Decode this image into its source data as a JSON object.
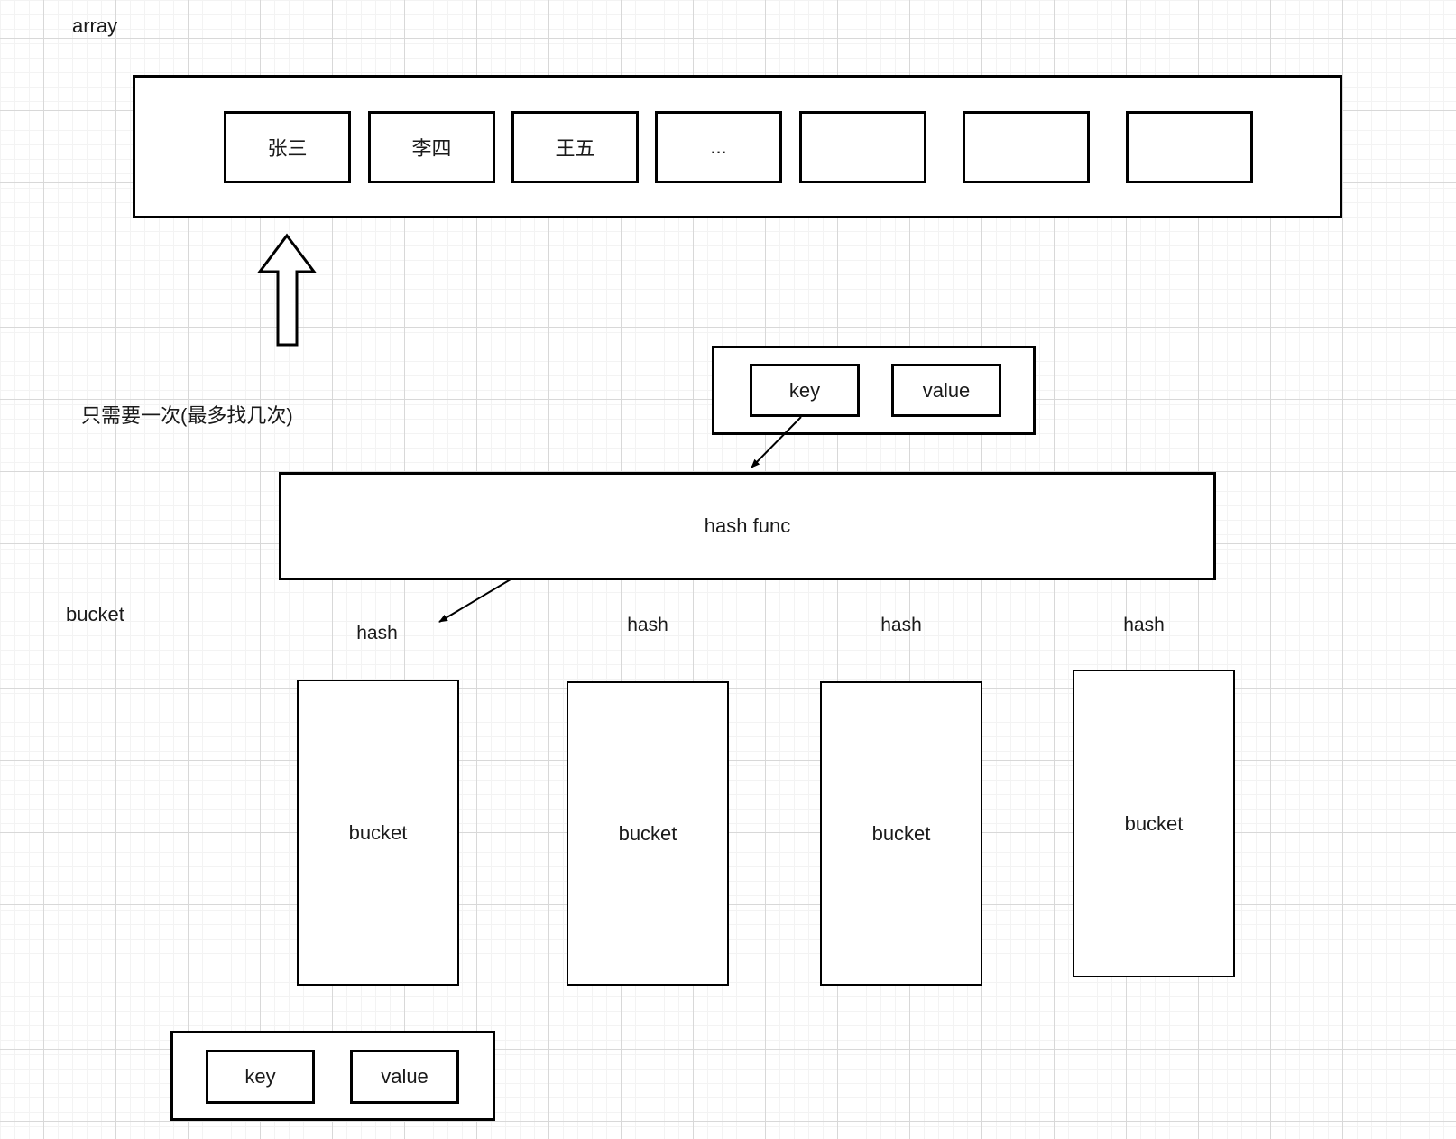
{
  "labels": {
    "array": "array",
    "note": "只需要一次(最多找几次)",
    "bucket_side": "bucket"
  },
  "array": {
    "cells": [
      "张三",
      "李四",
      "王五",
      "...",
      "",
      "",
      ""
    ]
  },
  "kv_top": {
    "key": "key",
    "value": "value"
  },
  "hash_func": {
    "label": "hash func"
  },
  "buckets": {
    "hash_label": "hash",
    "items": [
      "bucket",
      "bucket",
      "bucket",
      "bucket"
    ]
  },
  "kv_bottom": {
    "key": "key",
    "value": "value"
  },
  "colors": {
    "stroke": "#000000",
    "background": "#ffffff",
    "grid_minor": "#f3f3f3",
    "grid_major": "#d8d8d8",
    "text": "#1a1a1a"
  }
}
